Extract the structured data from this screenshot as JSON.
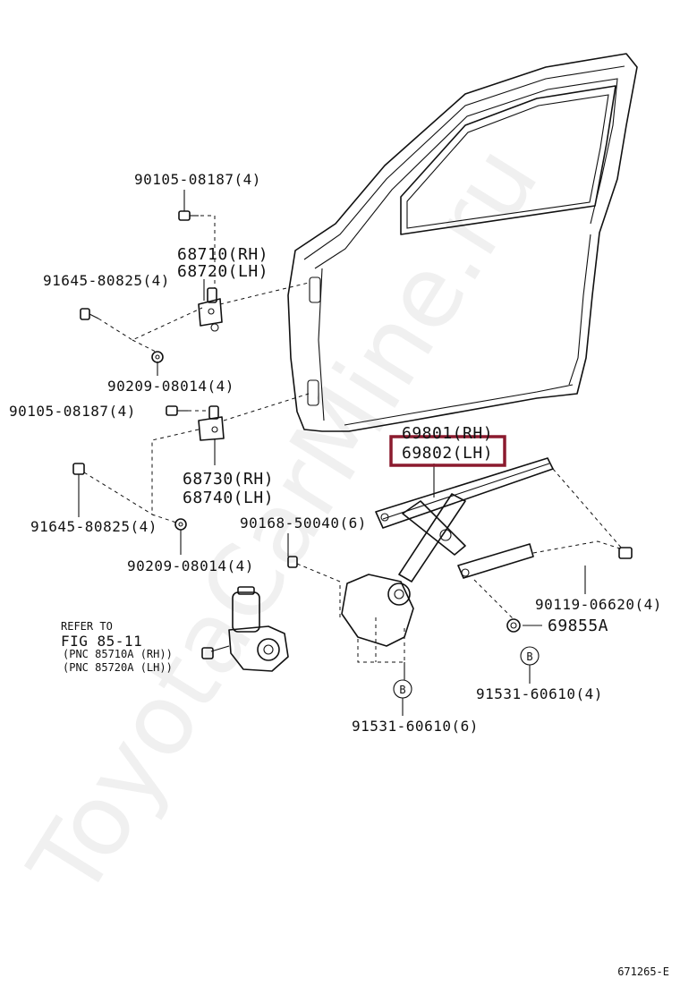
{
  "watermark": "ToyotaCarMine.ru",
  "callouts": {
    "bolt_top": "90105-08187(4)",
    "hinge_upper_rh": "68710(RH)",
    "hinge_upper_lh": "68720(LH)",
    "bolt_upper_left": "91645-80825(4)",
    "nut_upper": "90209-08014(4)",
    "bolt_mid": "90105-08187(4)",
    "hinge_lower_rh": "68730(RH)",
    "hinge_lower_lh": "68740(LH)",
    "bolt_lower_left": "91645-80825(4)",
    "nut_lower": "90209-08014(4)",
    "screw_regulator": "90168-50040(6)",
    "regulator_rh": "69801(RH)",
    "regulator_lh": "69802(LH)",
    "bolt_right": "90119-06620(4)",
    "part_69855a": "69855A",
    "bolt_b_right": "91531-60610(4)",
    "bolt_b_bottom": "91531-60610(6)",
    "b_marker_right": "B",
    "b_marker_bottom": "B",
    "refer_line1": "REFER TO",
    "refer_line2": "FIG 85-11",
    "refer_line3": "(PNC 85710A (RH))",
    "refer_line4": "(PNC 85720A (LH))"
  },
  "diagram_code": "671265-E",
  "colors": {
    "highlight": "#8b1a2e",
    "line": "#111111"
  }
}
